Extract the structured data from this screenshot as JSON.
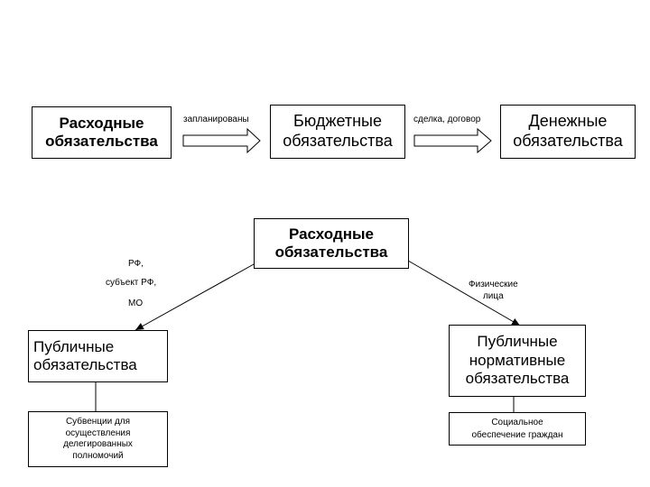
{
  "top_row": {
    "box1": "Расходные\nобязательства",
    "arrow1_label": "запланированы",
    "box2": "Бюджетные\nобязательства",
    "arrow2_label": "сделка, договор",
    "box3": "Денежные\nобязательства"
  },
  "center_box": "Расходные\nобязательства",
  "left_branch": {
    "label_line1": "РФ,",
    "label_line2": "субъект РФ,",
    "label_line3": "МО",
    "box": "Публичные\nобязательства",
    "sub_box": "Субвенции для\nосуществления\nделегированных\nполномочий"
  },
  "right_branch": {
    "label": "Физические\nлица",
    "box": "Публичные\nнормативные\nобязательства",
    "sub_box": "Социальное\nобеспечение граждан"
  }
}
